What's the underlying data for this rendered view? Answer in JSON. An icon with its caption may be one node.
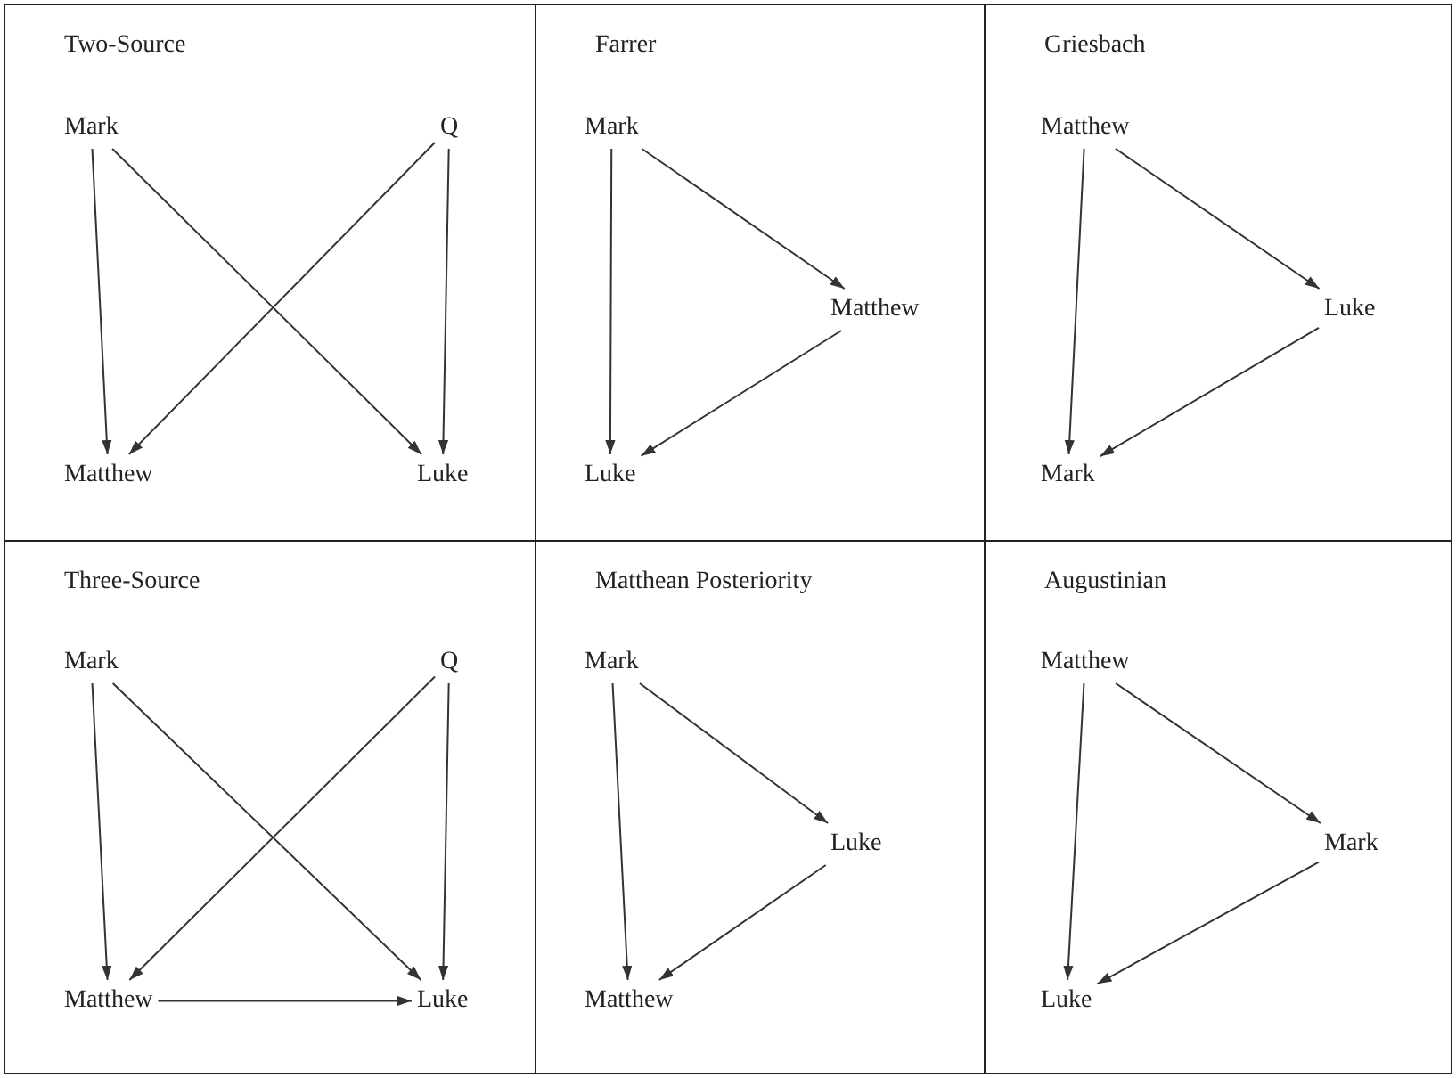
{
  "diagram": {
    "nodes": [
      {
        "text": [
          "Two-Source"
        ]
      },
      {
        "text": [
          "Mark"
        ],
        "in": 0
      },
      {
        "text": [
          "Q"
        ],
        "in": 0
      },
      {
        "text": [
          "Matthew"
        ],
        "in": 0
      },
      {
        "text": [
          "Luke"
        ],
        "in": 0
      },
      {
        "text": [
          "Farrer"
        ]
      },
      {
        "text": [
          "Mark"
        ],
        "in": 5
      },
      {
        "text": [
          "Matthew"
        ],
        "in": 5
      },
      {
        "text": [
          "Luke"
        ],
        "in": 5
      },
      {
        "text": [
          "Griesbach"
        ]
      },
      {
        "text": [
          "Matthew"
        ],
        "in": 9
      },
      {
        "text": [
          "Luke"
        ],
        "in": 9
      },
      {
        "text": [
          "Mark"
        ],
        "in": 9
      },
      {
        "text": [
          "Three-Source"
        ]
      },
      {
        "text": [
          "Mark"
        ],
        "in": 13
      },
      {
        "text": [
          "Q"
        ],
        "in": 13
      },
      {
        "text": [
          "Matthew"
        ],
        "in": 13
      },
      {
        "text": [
          "Luke"
        ],
        "in": 13
      },
      {
        "text": [
          "Matthean Posteriority"
        ]
      },
      {
        "text": [
          "Mark"
        ],
        "in": 18
      },
      {
        "text": [
          "Luke"
        ],
        "in": 18
      },
      {
        "text": [
          "Matthew"
        ],
        "in": 18
      },
      {
        "text": [
          "Augustinian"
        ]
      },
      {
        "text": [
          "Matthew"
        ],
        "in": 22
      },
      {
        "text": [
          "Mark"
        ],
        "in": 22
      },
      {
        "text": [
          "Luke"
        ],
        "in": 22
      }
    ],
    "edges": [
      {
        "from": 1,
        "to": 3,
        "arrow": "to"
      },
      {
        "from": 1,
        "to": 4,
        "arrow": "to"
      },
      {
        "from": 2,
        "to": 3,
        "arrow": "to"
      },
      {
        "from": 2,
        "to": 4,
        "arrow": "to"
      },
      {
        "from": 6,
        "to": 8,
        "arrow": "to"
      },
      {
        "from": 6,
        "to": 7,
        "arrow": "to"
      },
      {
        "from": 7,
        "to": 8,
        "arrow": "to"
      },
      {
        "from": 10,
        "to": 12,
        "arrow": "to"
      },
      {
        "from": 10,
        "to": 11,
        "arrow": "to"
      },
      {
        "from": 11,
        "to": 12,
        "arrow": "to"
      },
      {
        "from": 14,
        "to": 16,
        "arrow": "to"
      },
      {
        "from": 14,
        "to": 17,
        "arrow": "to"
      },
      {
        "from": 15,
        "to": 16,
        "arrow": "to"
      },
      {
        "from": 15,
        "to": 17,
        "arrow": "to"
      },
      {
        "from": 16,
        "to": 17,
        "arrow": "to"
      },
      {
        "from": 19,
        "to": 21,
        "arrow": "to"
      },
      {
        "from": 19,
        "to": 20,
        "arrow": "to"
      },
      {
        "from": 20,
        "to": 21,
        "arrow": "to"
      },
      {
        "from": 23,
        "to": 25,
        "arrow": "to"
      },
      {
        "from": 23,
        "to": 24,
        "arrow": "to"
      },
      {
        "from": 24,
        "to": 25,
        "arrow": "to"
      }
    ]
  }
}
